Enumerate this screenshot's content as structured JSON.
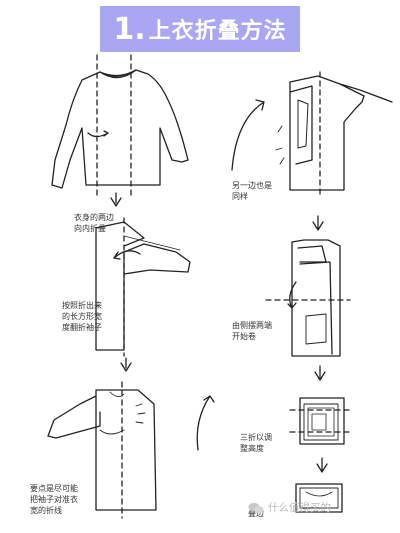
{
  "title": {
    "number": "1.",
    "text": "上衣折叠方法"
  },
  "colors": {
    "title_band": "#a9a6f2",
    "ink": "#222222"
  },
  "steps": [
    {
      "note": "衣身的两边\n向内折叠"
    },
    {
      "note": "按照折出来\n的长方形宽\n度翻折袖子"
    },
    {
      "note": "要点是尽可能\n把袖子对准衣\n宽的折线"
    },
    {
      "note": "另一边也是\n同样"
    },
    {
      "note": "由侧摆两端\n开始卷"
    },
    {
      "note": "三折以调\n整高度"
    },
    {
      "note": "叠边"
    }
  ],
  "watermark": {
    "text": "什么值得买的",
    "icon": "wechat-icon"
  }
}
